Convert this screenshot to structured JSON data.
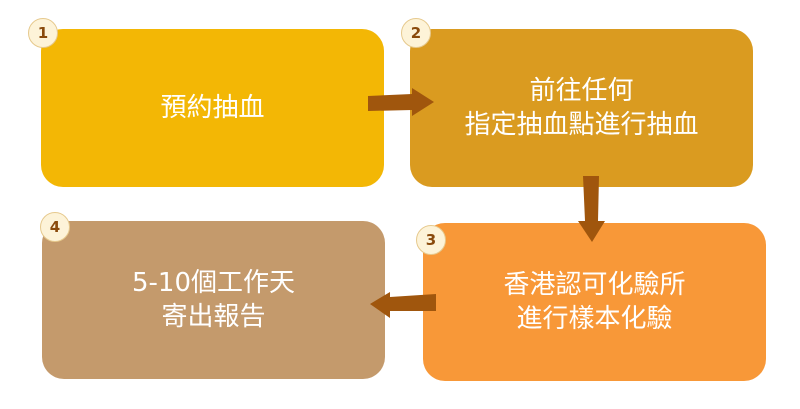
{
  "steps": [
    {
      "number": "1",
      "lines": [
        "預約抽血"
      ],
      "color": "#f3b705"
    },
    {
      "number": "2",
      "lines": [
        "前往任何",
        "指定抽血點進行抽血"
      ],
      "color": "#da9b20"
    },
    {
      "number": "3",
      "lines": [
        "香港認可化驗所",
        "進行樣本化驗"
      ],
      "color": "#f89838"
    },
    {
      "number": "4",
      "lines": [
        "5-10個工作天",
        "寄出報告"
      ],
      "color": "#c49a6c"
    }
  ],
  "arrow_color": "#a0560d"
}
